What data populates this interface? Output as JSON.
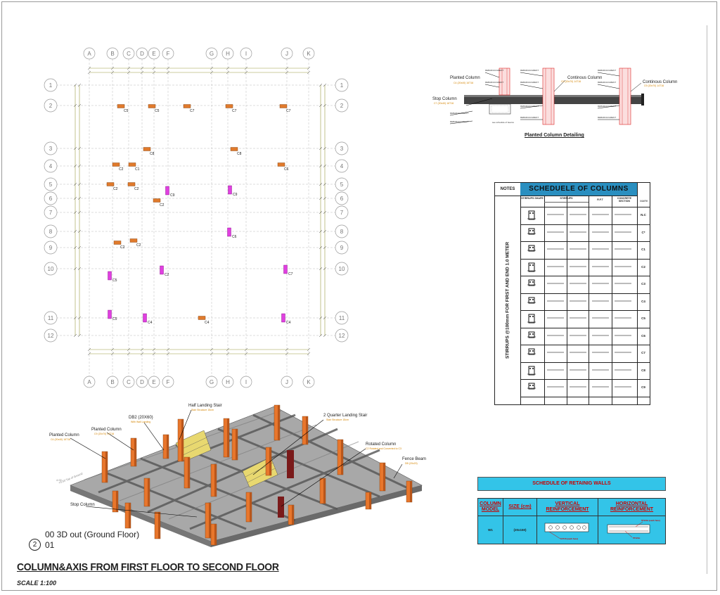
{
  "plan": {
    "grid_letters": [
      "A",
      "B",
      "C",
      "D",
      "E",
      "F",
      "G",
      "H",
      "I",
      "J",
      "K"
    ],
    "grid_numbers": [
      "1",
      "2",
      "3",
      "4",
      "5",
      "6",
      "7",
      "8",
      "9",
      "10",
      "11",
      "12"
    ],
    "column_tags": [
      "C5",
      "C5",
      "C7",
      "C7",
      "C7",
      "C8",
      "C8",
      "C2",
      "C1",
      "C6",
      "C2",
      "C2",
      "C9",
      "C9",
      "C2",
      "C2",
      "C6",
      "C5",
      "C2",
      "C2",
      "C7",
      "C5",
      "C4",
      "C4",
      "C4"
    ]
  },
  "detail": {
    "planted_column": "Planted Column",
    "continous_column_1": "Continous Column",
    "continous_column_2": "Continous Column",
    "stop_column": "Stop Column",
    "title": "Planted Column Detailing"
  },
  "schedule_columns": {
    "notes": "NOTES",
    "title": "SCHEDUELE OF COLUMNS",
    "mark": "MARK",
    "side_note": "STIRRUPS @100mm FOR FIRST AND END 1.0 METER",
    "headers": [
      "STIRRUPS SHAPE",
      "STIRRUPS",
      "R.F.T",
      "CONCRETE SECTION"
    ],
    "marks": [
      "N.C",
      "C*",
      "C1",
      "C2",
      "C3",
      "C4",
      "C5",
      "C6",
      "C7",
      "C8",
      "C9"
    ]
  },
  "retaining": {
    "title": "SCHEDULE OF RETAINIG WALLS",
    "h_model": "COLUMN MODEL",
    "h_size": "SIZE (cm)",
    "h_vertical": "VERTICAL REINFORCEMENT",
    "h_horizontal": "HORIZONTAL REINFORCEMENT",
    "model": "W1",
    "size": "(20x150)"
  },
  "iso_labels": {
    "planted_1": "Planted Column",
    "planted_2": "Planted Column",
    "db2": "DB2 (20X60)",
    "half_landing": "Half Landing Stair",
    "quarter_landing": "2 Quarter Landing Stair",
    "rotated": "Rotated Column",
    "fence": "Fence Beam",
    "stop": "Stop Column"
  },
  "titles": {
    "view_name": "00 3D  out (Ground Floor)",
    "view_number": "01",
    "view_circle": "2",
    "main": "COLUMN&AXIS FROM FIRST FLOOR TO SECOND FLOOR",
    "scale": "SCALE 1:100"
  }
}
